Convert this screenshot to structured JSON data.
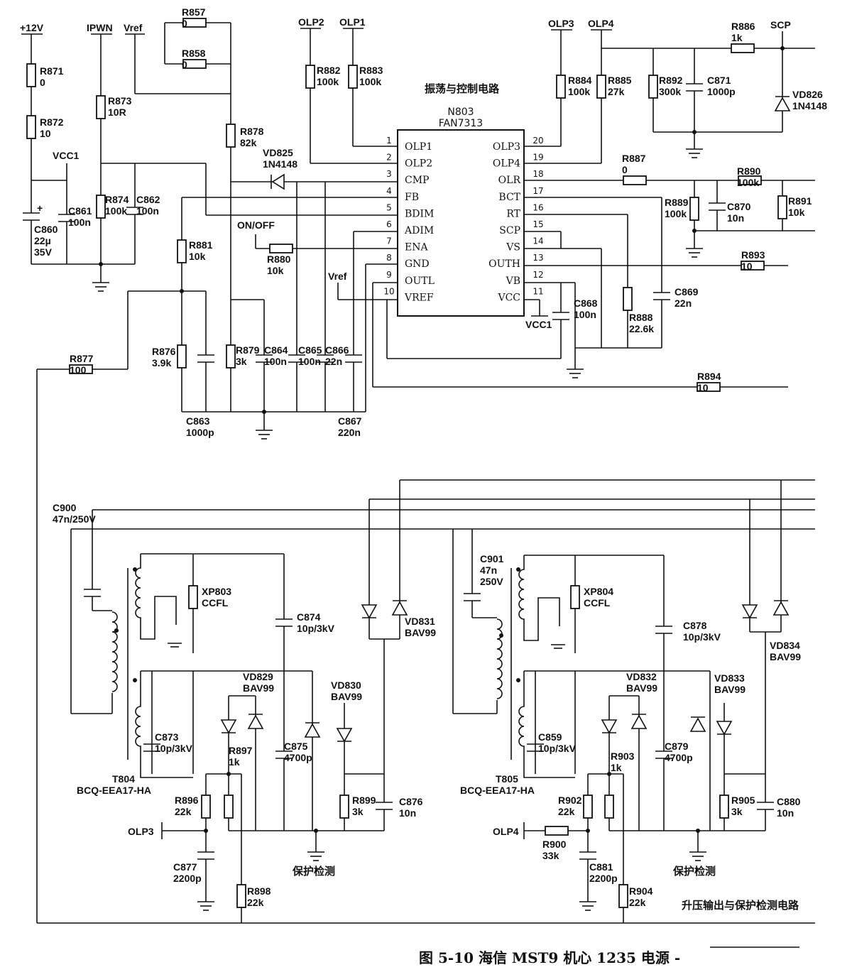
{
  "caption": "图 5-10   海信 MST9 机心 1235 电源 -",
  "section_titles": {
    "top": "振荡与控制电路",
    "bottom": "升压输出与保护检测电路",
    "detect_left": "保护检测",
    "detect_right": "保护检测"
  },
  "ic": {
    "ref": "N803",
    "part": "FAN7313",
    "left_pins": [
      {
        "num": "1",
        "name": "OLP1"
      },
      {
        "num": "2",
        "name": "OLP2"
      },
      {
        "num": "3",
        "name": "CMP"
      },
      {
        "num": "4",
        "name": "FB"
      },
      {
        "num": "5",
        "name": "BDIM"
      },
      {
        "num": "6",
        "name": "ADIM"
      },
      {
        "num": "7",
        "name": "ENA"
      },
      {
        "num": "8",
        "name": "GND"
      },
      {
        "num": "9",
        "name": "OUTL"
      },
      {
        "num": "10",
        "name": "VREF"
      }
    ],
    "right_pins": [
      {
        "num": "20",
        "name": "OLP3"
      },
      {
        "num": "19",
        "name": "OLP4"
      },
      {
        "num": "18",
        "name": "OLR"
      },
      {
        "num": "17",
        "name": "BCT"
      },
      {
        "num": "16",
        "name": "RT"
      },
      {
        "num": "15",
        "name": "SCP"
      },
      {
        "num": "14",
        "name": "VS"
      },
      {
        "num": "13",
        "name": "OUTH"
      },
      {
        "num": "12",
        "name": "VB"
      },
      {
        "num": "11",
        "name": "VCC"
      }
    ]
  },
  "nets": {
    "p12v": "+12V",
    "ipwn": "IPWN",
    "vref": "Vref",
    "vref2": "Vref",
    "vcc1": "VCC1",
    "vcc1b": "VCC1",
    "olp1": "OLP1",
    "olp2": "OLP2",
    "olp3": "OLP3",
    "olp4": "OLP4",
    "scp": "SCP",
    "onoff": "ON/OFF",
    "olp3b": "OLP3",
    "olp4b": "OLP4"
  },
  "components": {
    "R871": {
      "ref": "R871",
      "val": "0"
    },
    "R872": {
      "ref": "R872",
      "val": "10"
    },
    "C860": {
      "ref": "C860",
      "val": "22µ",
      "val2": "35V",
      "pol": "+"
    },
    "C861": {
      "ref": "C861",
      "val": "100n"
    },
    "R873": {
      "ref": "R873",
      "val": "10R"
    },
    "R874": {
      "ref": "R874",
      "val": "100k"
    },
    "C862": {
      "ref": "C862",
      "val": "100n"
    },
    "R857": {
      "ref": "R857",
      "val": "0"
    },
    "R858": {
      "ref": "R858",
      "val": "0"
    },
    "R878": {
      "ref": "R878",
      "val": "82k"
    },
    "VD825": {
      "ref": "VD825",
      "val": "1N4148"
    },
    "R881": {
      "ref": "R881",
      "val": "10k"
    },
    "R876": {
      "ref": "R876",
      "val": "3.9k"
    },
    "C863": {
      "ref": "C863",
      "val": "1000p"
    },
    "R877": {
      "ref": "R877",
      "val": "100"
    },
    "R879": {
      "ref": "R879",
      "val": "3k"
    },
    "C864": {
      "ref": "C864",
      "val": "100n"
    },
    "C865": {
      "ref": "C865",
      "val": "100n"
    },
    "C866": {
      "ref": "C866",
      "val": "22n"
    },
    "C867": {
      "ref": "C867",
      "val": "220n"
    },
    "R880": {
      "ref": "R880",
      "val": "10k"
    },
    "R882": {
      "ref": "R882",
      "val": "100k"
    },
    "R883": {
      "ref": "R883",
      "val": "100k"
    },
    "R884": {
      "ref": "R884",
      "val": "100k"
    },
    "R885": {
      "ref": "R885",
      "val": "27k"
    },
    "R892": {
      "ref": "R892",
      "val": "300k"
    },
    "C871": {
      "ref": "C871",
      "val": "1000p"
    },
    "R886": {
      "ref": "R886",
      "val": "1k"
    },
    "VD826": {
      "ref": "VD826",
      "val": "1N4148"
    },
    "R887": {
      "ref": "R887",
      "val": "0"
    },
    "R890": {
      "ref": "R890",
      "val": "100k"
    },
    "R889": {
      "ref": "R889",
      "val": "100k"
    },
    "C870": {
      "ref": "C870",
      "val": "10n"
    },
    "R891": {
      "ref": "R891",
      "val": "10k"
    },
    "R893": {
      "ref": "R893",
      "val": "10"
    },
    "R888": {
      "ref": "R888",
      "val": "22.6k"
    },
    "C869": {
      "ref": "C869",
      "val": "22n"
    },
    "C868": {
      "ref": "C868",
      "val": "100n"
    },
    "R894": {
      "ref": "R894",
      "val": "10"
    },
    "C900": {
      "ref": "C900",
      "val": "47n/250V"
    },
    "XP803": {
      "ref": "XP803",
      "val": "CCFL"
    },
    "C874": {
      "ref": "C874",
      "val": "10p/3kV"
    },
    "VD831": {
      "ref": "VD831",
      "val": "BAV99"
    },
    "VD829": {
      "ref": "VD829",
      "val": "BAV99"
    },
    "VD830": {
      "ref": "VD830",
      "val": "BAV99"
    },
    "C873": {
      "ref": "C873",
      "val": "10p/3kV"
    },
    "T804": {
      "ref": "T804",
      "val": "BCQ-EEA17-HA"
    },
    "R897": {
      "ref": "R897",
      "val": "1k"
    },
    "C875": {
      "ref": "C875",
      "val": "4700p"
    },
    "R896": {
      "ref": "R896",
      "val": "22k"
    },
    "R899": {
      "ref": "R899",
      "val": "3k"
    },
    "C876": {
      "ref": "C876",
      "val": "10n"
    },
    "C877": {
      "ref": "C877",
      "val": "2200p"
    },
    "R898": {
      "ref": "R898",
      "val": "22k"
    },
    "C901": {
      "ref": "C901",
      "val": "47n",
      "val2": "250V"
    },
    "XP804": {
      "ref": "XP804",
      "val": "CCFL"
    },
    "C878": {
      "ref": "C878",
      "val": "10p/3kV"
    },
    "VD834": {
      "ref": "VD834",
      "val": "BAV99"
    },
    "VD832": {
      "ref": "VD832",
      "val": "BAV99"
    },
    "VD833": {
      "ref": "VD833",
      "val": "BAV99"
    },
    "C859": {
      "ref": "C859",
      "val": "10p/3kV"
    },
    "T805": {
      "ref": "T805",
      "val": "BCQ-EEA17-HA"
    },
    "R903": {
      "ref": "R903",
      "val": "1k"
    },
    "C879": {
      "ref": "C879",
      "val": "4700p"
    },
    "R902": {
      "ref": "R902",
      "val": "22k"
    },
    "R905": {
      "ref": "R905",
      "val": "3k"
    },
    "C880": {
      "ref": "C880",
      "val": "10n"
    },
    "R900": {
      "ref": "R900",
      "val": "33k"
    },
    "C881": {
      "ref": "C881",
      "val": "2200p"
    },
    "R904": {
      "ref": "R904",
      "val": "22k"
    }
  }
}
